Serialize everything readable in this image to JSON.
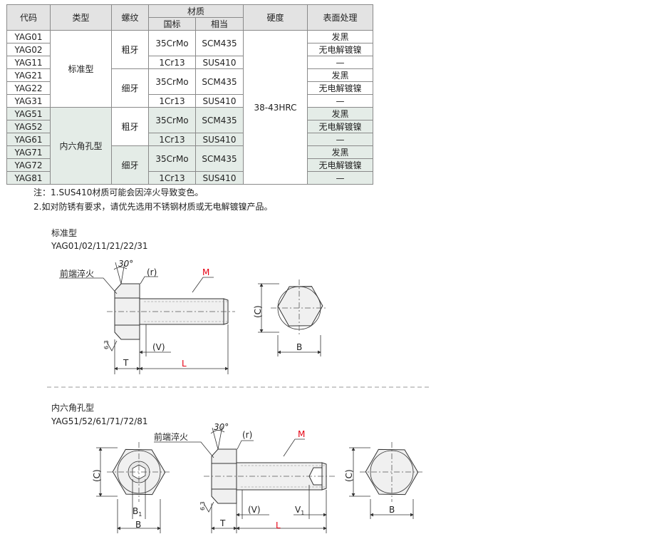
{
  "table": {
    "headers": {
      "code": "代码",
      "type": "类型",
      "thread": "螺纹",
      "material": "材质",
      "material_gb": "国标",
      "material_eq": "相当",
      "hardness": "硬度",
      "surface": "表面处理"
    },
    "codes": [
      "YAG01",
      "YAG02",
      "YAG11",
      "YAG21",
      "YAG22",
      "YAG31",
      "YAG51",
      "YAG52",
      "YAG61",
      "YAG71",
      "YAG72",
      "YAG81"
    ],
    "types": [
      "标准型",
      "内六角孔型"
    ],
    "threads": [
      "粗牙",
      "细牙",
      "粗牙",
      "细牙"
    ],
    "materials": [
      {
        "gb": "35CrMo",
        "eq": "SCM435"
      },
      {
        "gb": "1Cr13",
        "eq": "SUS410"
      },
      {
        "gb": "35CrMo",
        "eq": "SCM435"
      },
      {
        "gb": "1Cr13",
        "eq": "SUS410"
      },
      {
        "gb": "35CrMo",
        "eq": "SCM435"
      },
      {
        "gb": "1Cr13",
        "eq": "SUS410"
      },
      {
        "gb": "35CrMo",
        "eq": "SCM435"
      },
      {
        "gb": "1Cr13",
        "eq": "SUS410"
      }
    ],
    "hardness": "38-43HRC",
    "surfaces": [
      "发黑",
      "无电解镀镍",
      "—",
      "发黑",
      "无电解镀镍",
      "—",
      "发黑",
      "无电解镀镍",
      "—",
      "发黑",
      "无电解镀镍",
      "—"
    ]
  },
  "notes": {
    "note1": "注：1.SUS410材质可能会因淬火导致变色。",
    "note2": "2.如对防锈有要求，请优先选用不锈钢材质或无电解镀镍产品。"
  },
  "standard": {
    "title": "标准型",
    "codes": "YAG01/02/11/21/22/31",
    "chamfer": "前端淬火",
    "angle": "30°",
    "r": "(r)",
    "m": "M",
    "c": "(C)",
    "b": "B",
    "v": "(V)",
    "t": "T",
    "l": "L",
    "roughness": "6.3"
  },
  "hex_socket": {
    "title": "内六角孔型",
    "codes": "YAG51/52/61/71/72/81",
    "chamfer": "前端淬火",
    "angle": "30°",
    "r": "(r)",
    "m": "M",
    "c": "(C)",
    "b": "B",
    "b1": "B",
    "b1_sub": "1",
    "v": "(V)",
    "v1": "V",
    "v1_sub": "1",
    "t": "T",
    "l": "L",
    "roughness": "6.3"
  },
  "colors": {
    "accent_red": "#e60012",
    "gray_row": "#e4ece7",
    "header_bg": "#e3e3e3",
    "part_fill": "#f0f0f0"
  }
}
